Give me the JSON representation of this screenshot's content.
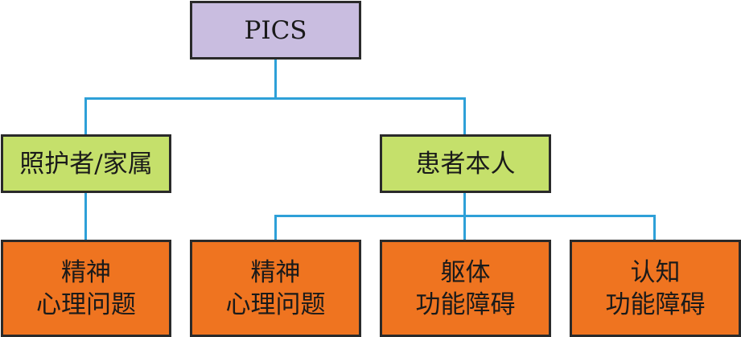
{
  "colors": {
    "root": "#c9bde0",
    "level1": "#c5e06b",
    "level2": "#ef7420",
    "connector": "#2ea0d8"
  },
  "root": {
    "label": "PICS"
  },
  "caregiver": {
    "label": "照护者/家属",
    "children": [
      {
        "line1": "精神",
        "line2": "心理问题"
      }
    ]
  },
  "patient": {
    "label": "患者本人",
    "children": [
      {
        "line1": "精神",
        "line2": "心理问题"
      },
      {
        "line1": "躯体",
        "line2": "功能障碍"
      },
      {
        "line1": "认知",
        "line2": "功能障碍"
      }
    ]
  }
}
